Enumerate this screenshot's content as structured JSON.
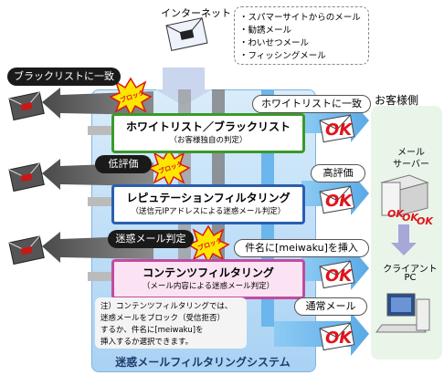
{
  "title_internet": "インターネット",
  "spam_types": [
    "・スパマーサイトからのメール",
    "・勧誘メール",
    "・わいせつメール",
    "・フィッシングメール"
  ],
  "customer_side": "お客様側",
  "filters": [
    {
      "title": "ホワイトリスト／ブラックリスト",
      "subtitle": "（お客様独自の判定）",
      "reject_label": "ブラックリストに一致",
      "pass_label": "ホワイトリストに一致",
      "border_color": "#3a9a2a"
    },
    {
      "title": "レピュテーションフィルタリング",
      "subtitle": "（送信元IPアドレスによる迷惑メール判定）",
      "reject_label": "低評価",
      "pass_label": "高評価",
      "border_color": "#2a5fb0"
    },
    {
      "title": "コンテンツフィルタリング",
      "subtitle": "（メール内容による迷惑メール判定）",
      "reject_label": "迷惑メール判定",
      "pass_label": "件名に[meiwaku]を挿入",
      "border_color": "#c44aa0"
    }
  ],
  "normal_mail": "通常メール",
  "block_stamp": "ブロック",
  "ok_mark": "OK",
  "mail_server": [
    "メール",
    "サーバー"
  ],
  "client_pc": [
    "クライアント",
    "PC"
  ],
  "note_lines": [
    "注）コンテンツフィルタリングでは、",
    "迷惑メールをブロック（受信拒否）",
    "するか、件名に[meiwaku]を",
    "挿入するか選択できます。"
  ],
  "system_label": "迷惑メールフィルタリングシステム",
  "colors": {
    "arrow_gray": "#666666",
    "arrow_blue": "#6bb6ec",
    "ok_red": "#e0141b",
    "stamp_yellow": "#ffe600"
  }
}
